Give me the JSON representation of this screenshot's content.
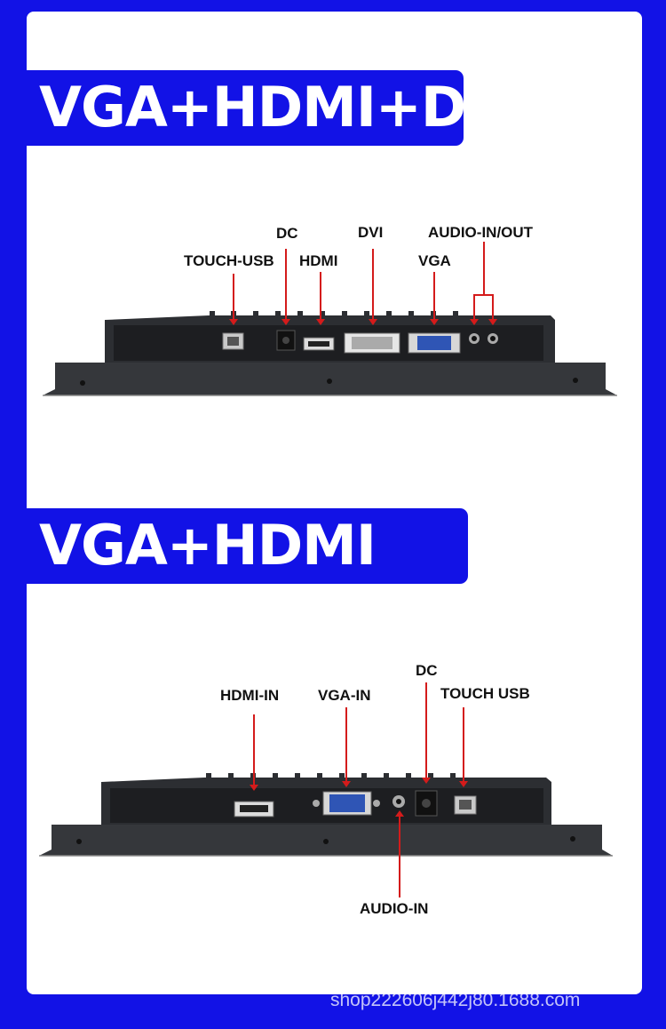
{
  "section1": {
    "title": "VGA+HDMI+DVI",
    "labels": {
      "touch_usb": "TOUCH-USB",
      "dc": "DC",
      "hdmi": "HDMI",
      "dvi": "DVI",
      "vga": "VGA",
      "audio": "AUDIO-IN/OUT"
    }
  },
  "section2": {
    "title": "VGA+HDMI",
    "labels": {
      "hdmi_in": "HDMI-IN",
      "vga_in": "VGA-IN",
      "dc": "DC",
      "touch_usb": "TOUCH USB",
      "audio_in": "AUDIO-IN"
    }
  },
  "watermark": "shop222606j442j80.1688.com",
  "colors": {
    "background": "#1212e6",
    "card": "#ffffff",
    "pointer": "#d41b1b",
    "device": "#2f3135"
  }
}
